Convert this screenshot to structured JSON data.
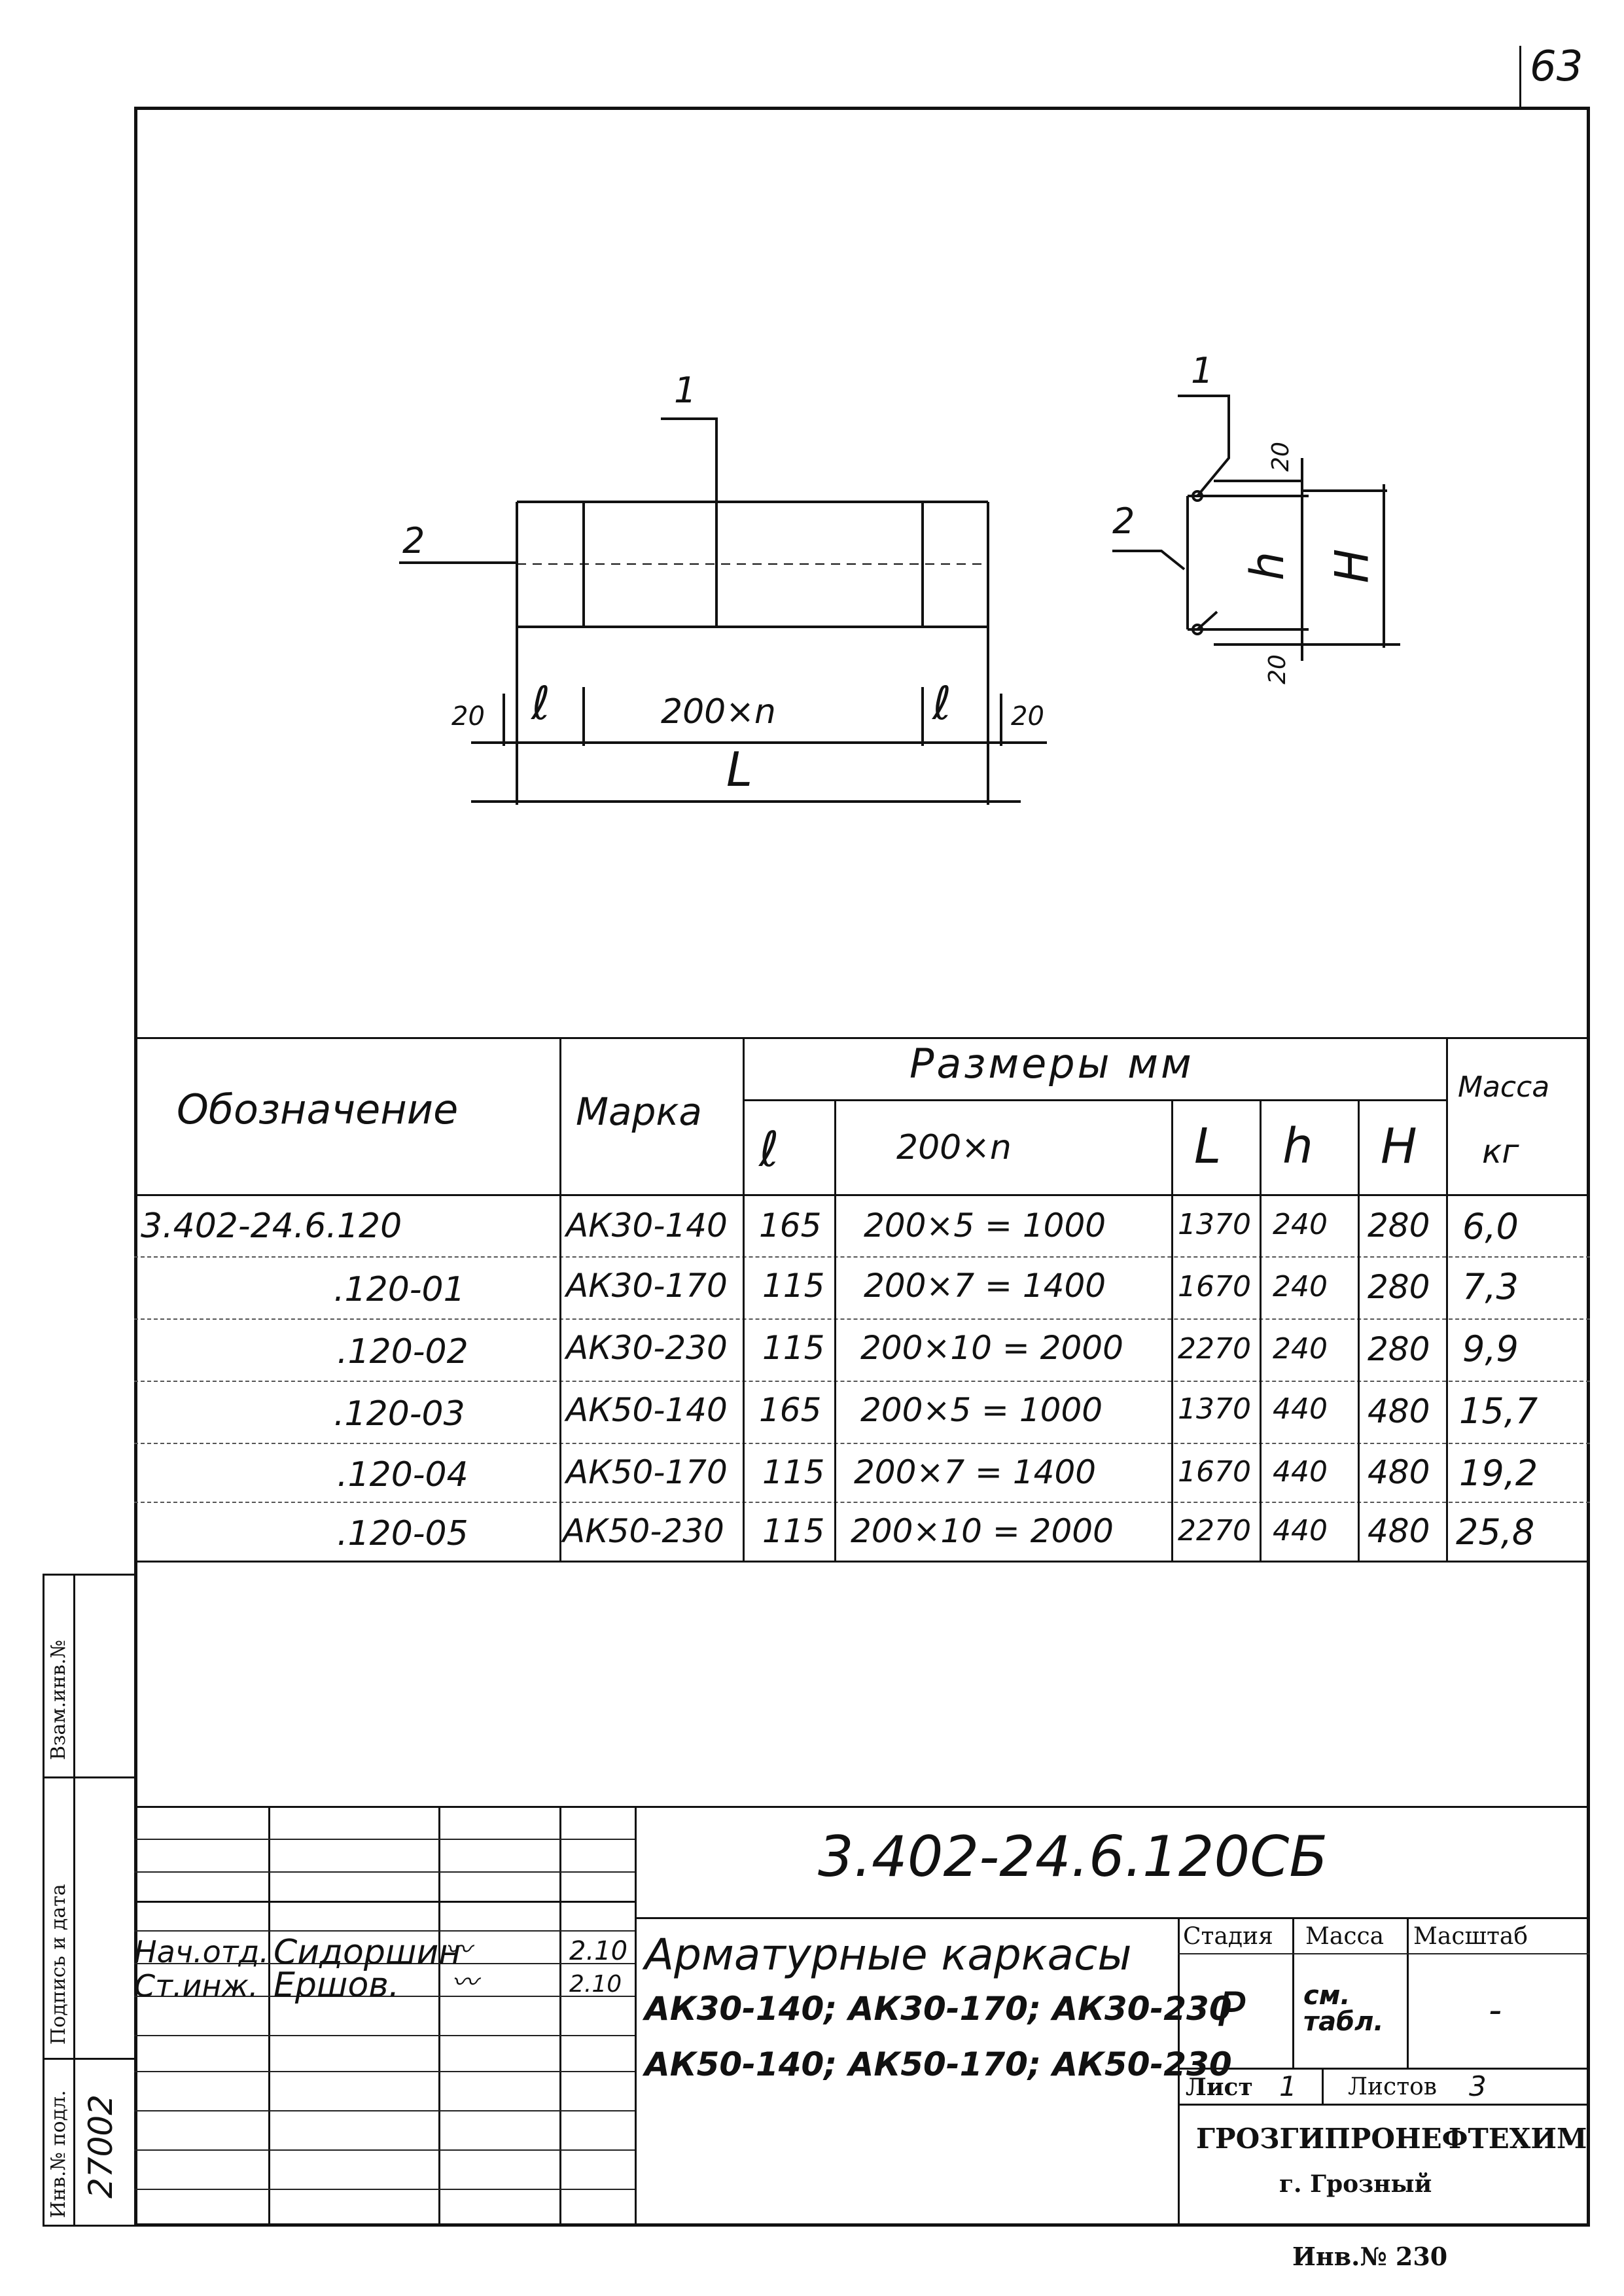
{
  "sheet_number": "63",
  "drawing": {
    "front_view": {
      "callout_1": "1",
      "callout_2": "2",
      "dim_20_left": "20",
      "dim_l_left": "ℓ",
      "dim_200n": "200×n",
      "dim_l_right": "ℓ",
      "dim_20_right": "20",
      "dim_L": "L"
    },
    "section_view": {
      "callout_1": "1",
      "callout_2": "2",
      "dim_20_top": "20",
      "dim_h": "h",
      "dim_H": "H",
      "dim_20_bottom": "20"
    }
  },
  "table": {
    "headers": {
      "designation": "Обозначение",
      "mark": "Марка",
      "sizes_group": "Размеры мм",
      "l": "ℓ",
      "n200": "200×n",
      "L": "L",
      "h": "h",
      "H": "H",
      "mass": "Масса",
      "mass_unit": "кг"
    },
    "rows": [
      {
        "designation": "3.402-24.6.120",
        "mark": "АК30-140",
        "l": "165",
        "n200": "200×5 = 1000",
        "L": "1370",
        "h": "240",
        "H": "280",
        "mass": "6,0"
      },
      {
        "designation": ".120-01",
        "mark": "АК30-170",
        "l": "115",
        "n200": "200×7 = 1400",
        "L": "1670",
        "h": "240",
        "H": "280",
        "mass": "7,3"
      },
      {
        "designation": ".120-02",
        "mark": "АК30-230",
        "l": "115",
        "n200": "200×10 = 2000",
        "L": "2270",
        "h": "240",
        "H": "280",
        "mass": "9,9"
      },
      {
        "designation": ".120-03",
        "mark": "АК50-140",
        "l": "165",
        "n200": "200×5 = 1000",
        "L": "1370",
        "h": "440",
        "H": "480",
        "mass": "15,7"
      },
      {
        "designation": ".120-04",
        "mark": "АК50-170",
        "l": "115",
        "n200": "200×7 = 1400",
        "L": "1670",
        "h": "440",
        "H": "480",
        "mass": "19,2"
      },
      {
        "designation": ".120-05",
        "mark": "АК50-230",
        "l": "115",
        "n200": "200×10 = 2000",
        "L": "2270",
        "h": "440",
        "H": "480",
        "mass": "25,8"
      }
    ]
  },
  "side_stamp": {
    "vzam_inv": "Взам.инв.№",
    "podpis_data": "Подпись и дата",
    "inv_podl": "Инв.№ подл.",
    "inv_podl_value": "27002"
  },
  "title_block": {
    "doc_code": "3.402-24.6.120СБ",
    "staff": [
      {
        "role": "Нач.отд.",
        "name": "Сидоршин",
        "date": "2.10"
      },
      {
        "role": "Ст.инж.",
        "name": "Ершов.",
        "date": "2.10"
      }
    ],
    "title_line1": "Арматурные каркасы",
    "title_line2": "АК30-140; АК30-170; АК30-230",
    "title_line3": "АК50-140; АК50-170; АК50-230",
    "stage_label": "Стадия",
    "mass_label": "Масса",
    "scale_label": "Масштаб",
    "stage_value": "Р",
    "mass_value": "см. табл.",
    "scale_value": "-",
    "sheet_label": "Лист",
    "sheet_value": "1",
    "sheets_label": "Листов",
    "sheets_value": "3",
    "org_name": "ГРОЗГИПРОНЕФТЕХИМ",
    "org_city": "г. Грозный"
  },
  "inventory_footer": "Инв.№ 230"
}
